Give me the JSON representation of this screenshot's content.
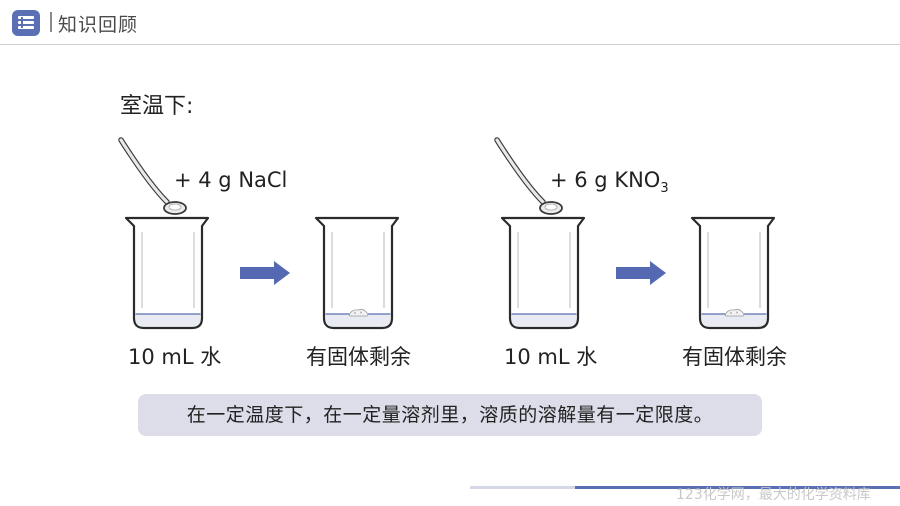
{
  "header": {
    "title": "知识回顾"
  },
  "condition_text": "室温下:",
  "experiments": [
    {
      "additive_prefix": "+ 4 g NaCl",
      "additive_sub": "",
      "start_label": "10 mL 水",
      "result_label": "有固体剩余"
    },
    {
      "additive_prefix": "+ 6 g KNO",
      "additive_sub": "3",
      "start_label": "10 mL 水",
      "result_label": "有固体剩余"
    }
  ],
  "conclusion": "在一定温度下，在一定量溶剂里，溶质的溶解量有一定限度。",
  "watermark": "123化学网，最大的化学资料库",
  "colors": {
    "accent": "#5b6fb5",
    "arrow": "#5569b3",
    "conclusion_bg": "#dcdde9"
  }
}
